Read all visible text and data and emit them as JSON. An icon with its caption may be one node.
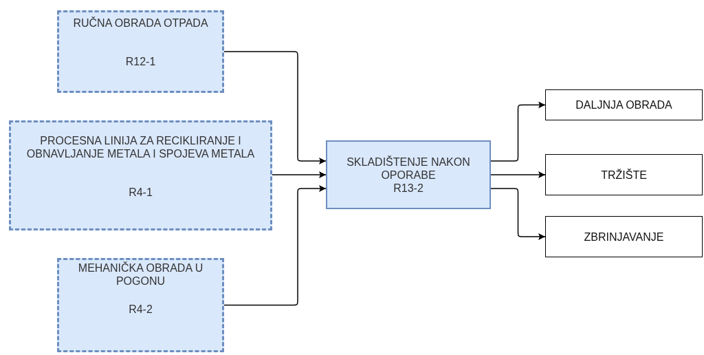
{
  "diagram": {
    "nodes": [
      {
        "text": [
          "RUČNA OBRADA OTPADA",
          "R12-1"
        ]
      },
      {
        "text": [
          "PROCESNA LINIJA ZA RECIKLIRANJE I OBNAVLJANJE METALA I SPOJEVA METALA",
          "R4-1"
        ]
      },
      {
        "text": [
          "MEHANIČKA OBRADA U POGONU",
          "R4-2"
        ]
      },
      {
        "text": [
          "SKLADIŠTENJE NAKON OPORABE",
          "R13-2"
        ]
      },
      {
        "text": [
          "DALJNJA OBRADA"
        ]
      },
      {
        "text": [
          "TRŽIŠTE"
        ]
      },
      {
        "text": [
          "ZBRINJAVANJE"
        ]
      }
    ],
    "edges": [
      {
        "from": 0,
        "to": 3,
        "arrow": "to"
      },
      {
        "from": 1,
        "to": 3,
        "arrow": "to"
      },
      {
        "from": 2,
        "to": 3,
        "arrow": "to"
      },
      {
        "from": 3,
        "to": 4,
        "arrow": "to"
      },
      {
        "from": 3,
        "to": 5,
        "arrow": "to"
      },
      {
        "from": 3,
        "to": 6,
        "arrow": "to"
      }
    ]
  }
}
